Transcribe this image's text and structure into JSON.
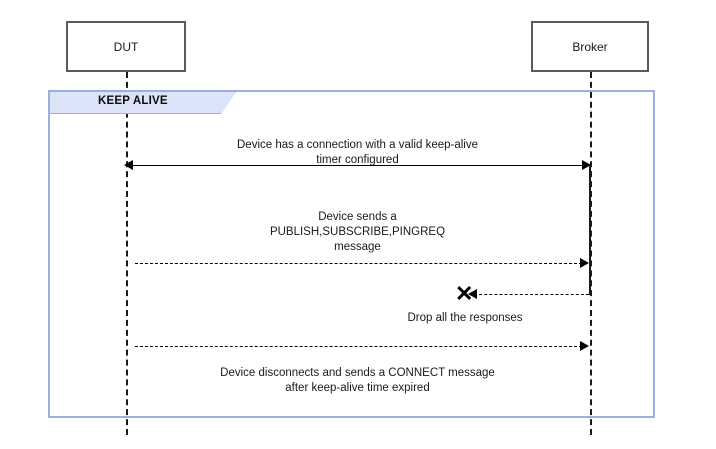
{
  "diagram": {
    "type": "sequence-diagram",
    "background": "#ffffff",
    "participants": [
      {
        "id": "dut",
        "label": "DUT"
      },
      {
        "id": "broker",
        "label": "Broker"
      }
    ],
    "fragment": {
      "label": "KEEP ALIVE",
      "border_color": "#9bb0dd",
      "tab_fill": "#dae3f7"
    },
    "messages": [
      {
        "id": "m1",
        "label": "Device has a connection with a valid keep-alive\ntimer configured",
        "style": "solid",
        "direction": "bidirectional",
        "from": "dut",
        "to": "broker"
      },
      {
        "id": "m2",
        "label": "Device sends a\nPUBLISH,SUBSCRIBE,PINGREQ\nmessage",
        "style": "dashed",
        "direction": "right",
        "from": "dut",
        "to": "broker"
      },
      {
        "id": "m3",
        "label": "Drop all the responses",
        "style": "dashed",
        "direction": "left",
        "from": "broker",
        "to": "lost",
        "marker": "x-drop"
      },
      {
        "id": "m4",
        "label": "Device disconnects and sends a CONNECT message\nafter keep-alive time expired",
        "style": "dashed",
        "direction": "right",
        "from": "dut",
        "to": "broker"
      }
    ],
    "markers": {
      "drop_glyph": "✕"
    }
  }
}
